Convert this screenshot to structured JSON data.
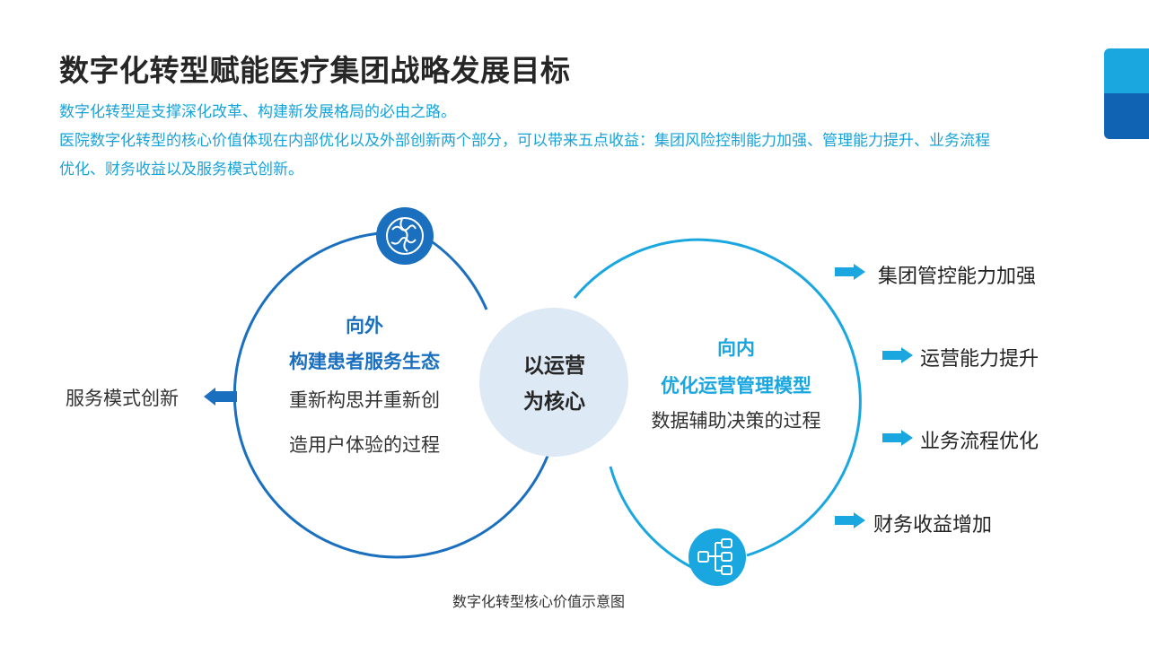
{
  "title": "数字化转型赋能医疗集团战略发展目标",
  "description": {
    "line1": "数字化转型是支撑深化改革、构建新发展格局的必由之路。",
    "line2": "医院数字化转型的核心价值体现在内部优化以及外部创新两个部分，可以带来五点收益：集团风险控制能力加强、管理能力提升、业务流程",
    "line3": "优化、财务收益以及服务模式创新。"
  },
  "center": {
    "line1": "以运营",
    "line2": "为核心"
  },
  "outward": {
    "heading1": "向外",
    "heading2": "构建患者服务生态",
    "body1": "重新构思并重新创",
    "body2": "造用户体验的过程",
    "icon": "globe-icon"
  },
  "inward": {
    "heading1": "向内",
    "heading2": "优化运营管理模型",
    "body1": "数据辅助决策的过程",
    "icon": "flowchart-icon"
  },
  "left_benefit": "服务模式创新",
  "benefits": [
    "集团管控能力加强",
    "运营能力提升",
    "业务流程优化",
    "财务收益增加"
  ],
  "caption": "数字化转型核心价值示意图",
  "colors": {
    "dark_blue": "#1a6fbf",
    "light_blue": "#1aa7e0",
    "center_fill": "#dde9f5",
    "description_text": "#17a3d8"
  }
}
